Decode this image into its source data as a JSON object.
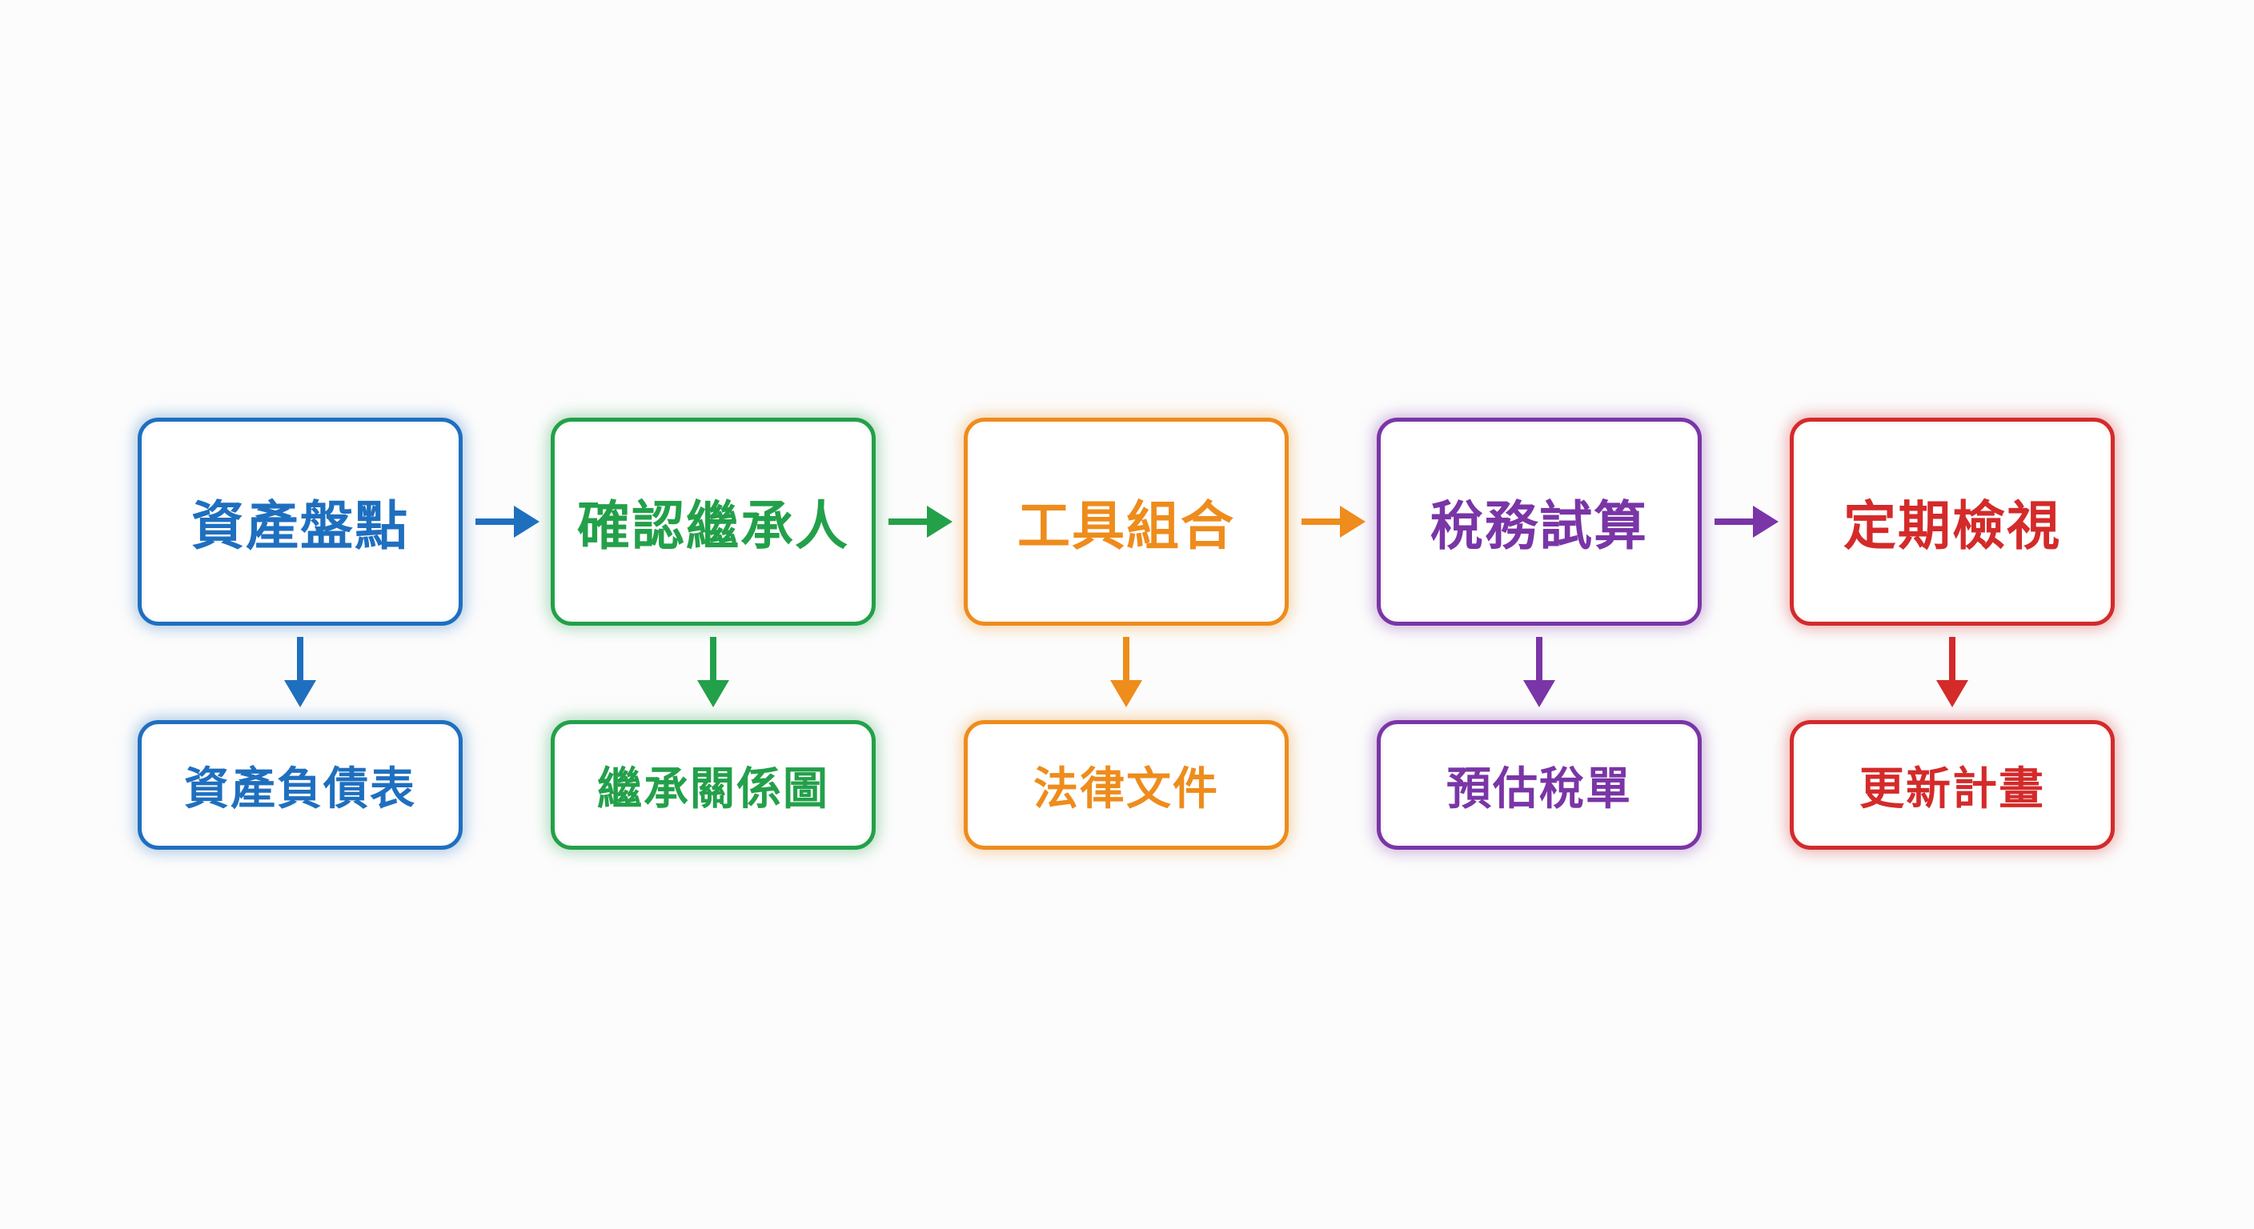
{
  "diagram": {
    "steps": [
      {
        "label": "資產盤點",
        "output": "資產負債表",
        "color": "#1f6fbf"
      },
      {
        "label": "確認繼承人",
        "output": "繼承關係圖",
        "color": "#23a04a"
      },
      {
        "label": "工具組合",
        "output": "法律文件",
        "color": "#ee8c1c"
      },
      {
        "label": "稅務試算",
        "output": "預估稅單",
        "color": "#7a35a6"
      },
      {
        "label": "定期檢視",
        "output": "更新計畫",
        "color": "#d42a2a"
      }
    ]
  }
}
